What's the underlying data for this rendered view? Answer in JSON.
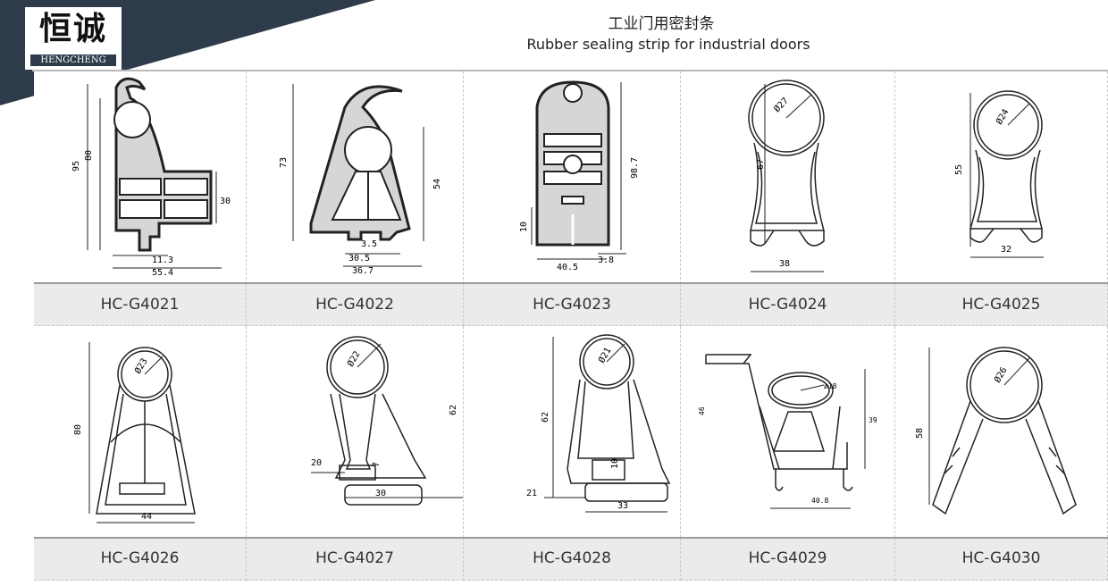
{
  "brand": {
    "name_cn": "恒诚",
    "name_en": "HENGCHENG"
  },
  "header": {
    "title_cn": "工业门用密封条",
    "title_en": "Rubber sealing strip for  industrial doors"
  },
  "products": [
    {
      "model": "HC-G4021",
      "dimensions": [
        "95",
        "80",
        "30",
        "11.3",
        "55.4"
      ]
    },
    {
      "model": "HC-G4022",
      "dimensions": [
        "73",
        "54",
        "3.5",
        "30.5",
        "36.7"
      ]
    },
    {
      "model": "HC-G4023",
      "dimensions": [
        "10",
        "98.7",
        "40.5",
        "3.8"
      ]
    },
    {
      "model": "HC-G4024",
      "dimensions": [
        "Ø27",
        "67",
        "38"
      ]
    },
    {
      "model": "HC-G4025",
      "dimensions": [
        "Ø24",
        "55",
        "32"
      ]
    },
    {
      "model": "HC-G4026",
      "dimensions": [
        "Ø23",
        "80",
        "44"
      ]
    },
    {
      "model": "HC-G4027",
      "dimensions": [
        "Ø22",
        "62",
        "20",
        "7",
        "30"
      ]
    },
    {
      "model": "HC-G4028",
      "dimensions": [
        "Ø21",
        "62",
        "21",
        "10",
        "33"
      ]
    },
    {
      "model": "HC-G4029",
      "dimensions": [
        "ø18",
        "46",
        "39",
        "40.8"
      ]
    },
    {
      "model": "HC-G4030",
      "dimensions": [
        "Ø26",
        "58"
      ]
    }
  ],
  "colors": {
    "banner": "#2e3b4a",
    "label_background": "#ebebeb",
    "drawing_background": "#ffffff"
  }
}
